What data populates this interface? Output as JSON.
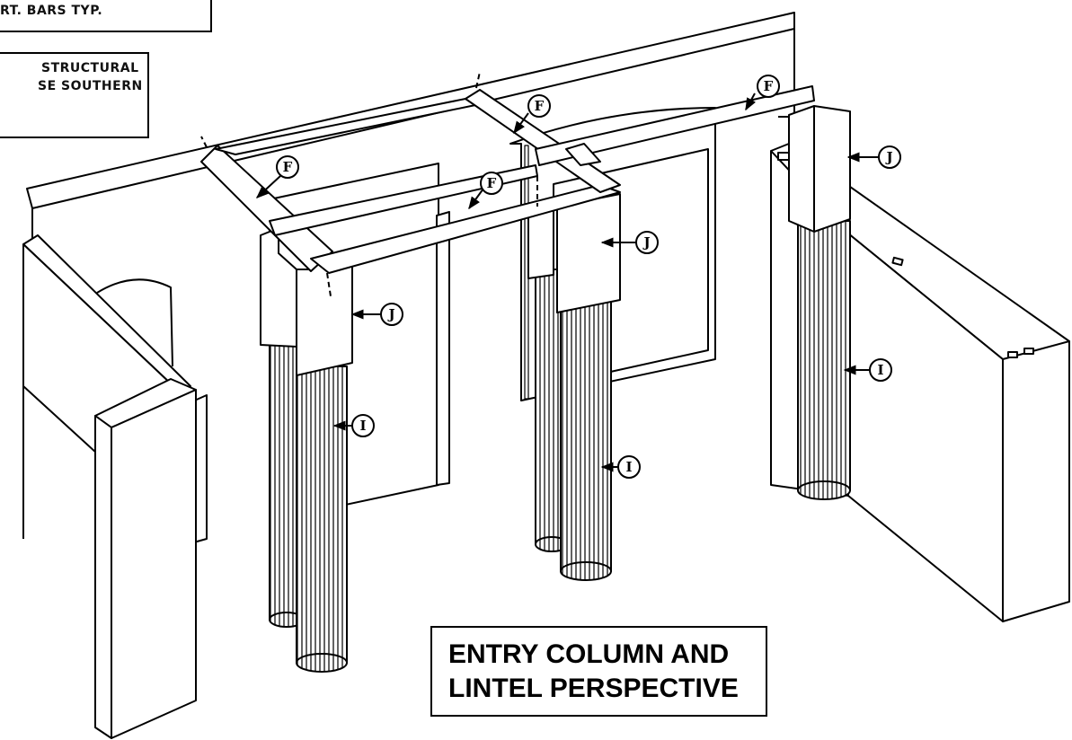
{
  "notes": [
    {
      "lines": [
        "RT. BARS TYP."
      ]
    },
    {
      "lines": [
        "STRUCTURAL",
        "SE SOUTHERN"
      ]
    }
  ],
  "title": {
    "line1": "ENTRY COLUMN AND",
    "line2": "LINTEL PERSPECTIVE"
  },
  "callout_labels": {
    "F": "F",
    "I": "I",
    "J": "J"
  }
}
